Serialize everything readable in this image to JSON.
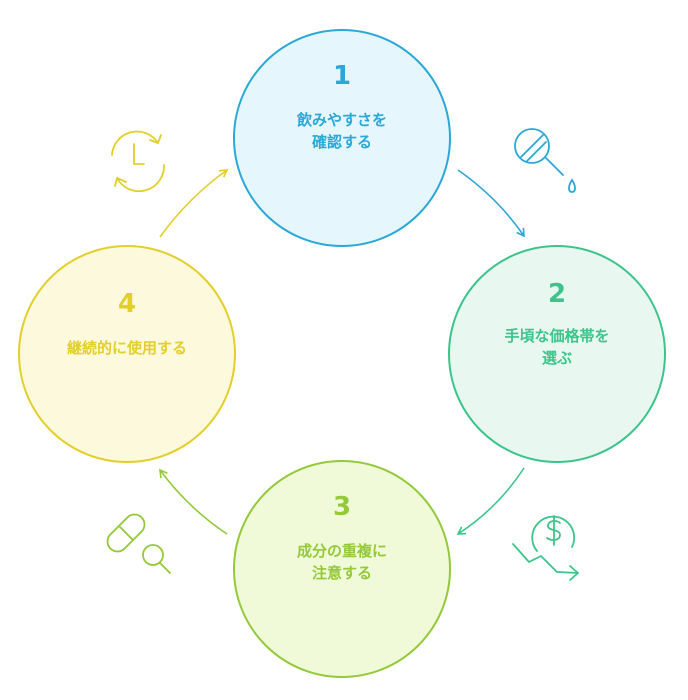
{
  "steps": [
    {
      "number": "1",
      "label_line1": "飲みやすさを",
      "label_line2": "確認する"
    },
    {
      "number": "2",
      "label_line1": "手頃な価格帯を",
      "label_line2": "選ぶ"
    },
    {
      "number": "3",
      "label_line1": "成分の重複に",
      "label_line2": "注意する"
    },
    {
      "number": "4",
      "label_line1": "継続的に使用する",
      "label_line2": ""
    }
  ],
  "icons": [
    "dropper-icon",
    "dollar-down-icon",
    "pill-search-icon",
    "cycle-clock-icon"
  ],
  "colors": {
    "step1": "#2aa8d8",
    "step1_fill": "#e6f6fd",
    "step2": "#3cc48a",
    "step2_fill": "#e8f8f0",
    "step3": "#94c93a",
    "step3_fill": "#f1fad8",
    "step4": "#e2cf2a",
    "step4_fill": "#fdf9dc"
  }
}
